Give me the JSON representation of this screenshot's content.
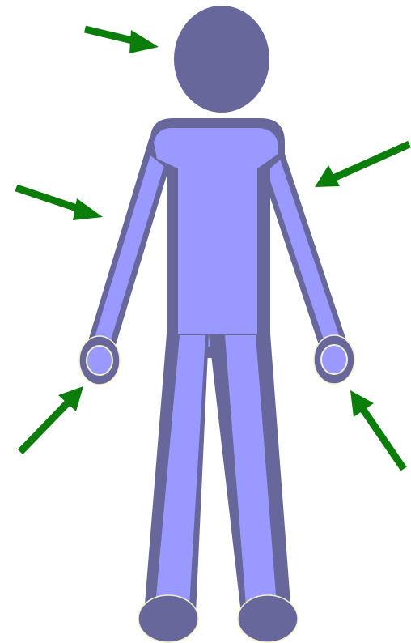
{
  "figure": {
    "subject": "human-figure",
    "colors": {
      "outline": "#67679b",
      "fill": "#9999ff",
      "highlight": "#f4f0c8",
      "arrow": "#0a7d0a",
      "background": "#ffffff"
    },
    "arrows": [
      {
        "name": "arrow-to-head",
        "points_to": "head"
      },
      {
        "name": "arrow-to-left-arm",
        "points_to": "left-arm"
      },
      {
        "name": "arrow-to-right-shoulder",
        "points_to": "right-shoulder"
      },
      {
        "name": "arrow-to-left-hand",
        "points_to": "left-hand"
      },
      {
        "name": "arrow-to-right-hand",
        "points_to": "right-hand"
      }
    ]
  }
}
